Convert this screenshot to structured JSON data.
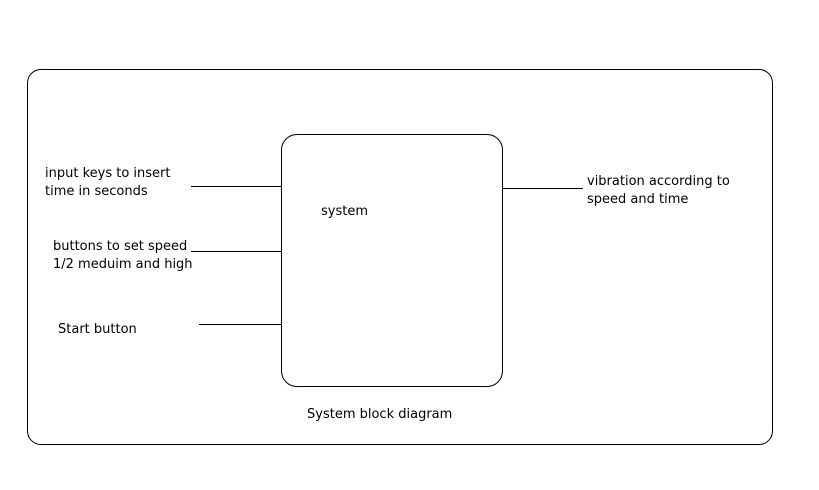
{
  "diagram": {
    "title": "System block diagram",
    "system_label": "system",
    "inputs": [
      {
        "line1": "input keys to insert",
        "line2": "time in seconds"
      },
      {
        "line1": "buttons to set speed",
        "line2": "1/2 meduim and high"
      },
      {
        "line1": "Start button"
      }
    ],
    "output": {
      "line1": "vibration according to",
      "line2": "speed and time"
    }
  }
}
